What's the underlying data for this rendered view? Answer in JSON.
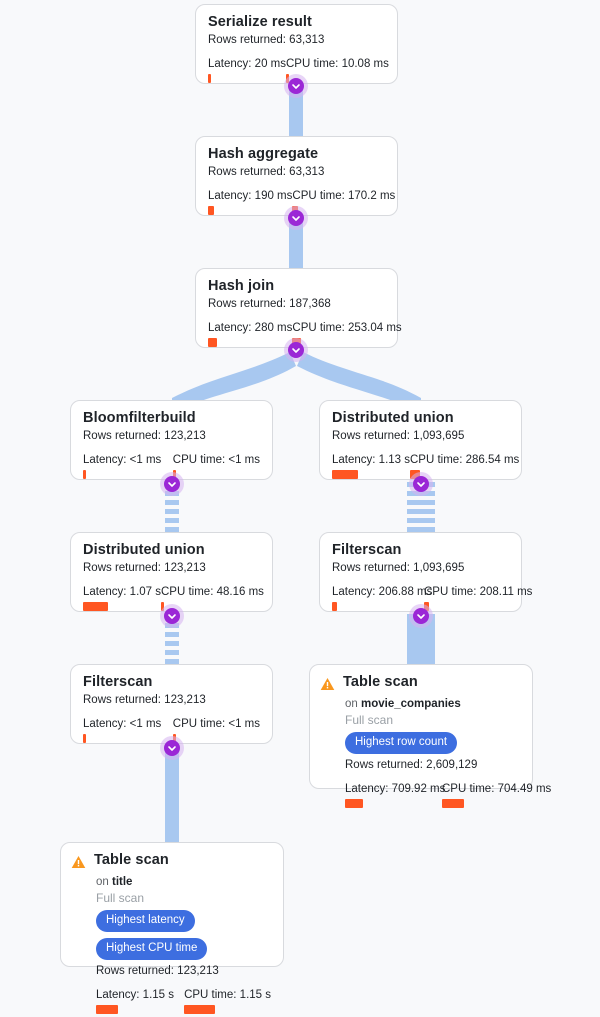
{
  "diagram": {
    "title": "Query execution plan",
    "background_color": "#f8f9fb",
    "accent_edge_color": "#a8c8f0",
    "badge_color": "#3d6ee0",
    "metric_bar_color": "#ff5622",
    "chevron_color": "#9b27d6",
    "warning_color": "#f9971e",
    "labels": {
      "rows_prefix": "Rows returned: ",
      "latency_prefix": "Latency: ",
      "cpu_prefix": "CPU time: ",
      "on_prefix": "on ",
      "expand_icon": "chevron-down-icon",
      "warning_icon": "warning-triangle-icon"
    }
  },
  "nodes": [
    {
      "id": "serialize-result",
      "title": "Serialize result",
      "rows": "Rows returned: 63,313",
      "latency": "Latency: 20 ms",
      "cpu": "CPU time: 10.08 ms",
      "latency_bar_w": 3,
      "cpu_bar_w": 3,
      "warning": false,
      "table": null,
      "scan_type": null,
      "badges": []
    },
    {
      "id": "hash-aggregate",
      "title": "Hash aggregate",
      "rows": "Rows returned: 63,313",
      "latency": "Latency: 190 ms",
      "cpu": "CPU time: 170.2 ms",
      "latency_bar_w": 6,
      "cpu_bar_w": 6,
      "warning": false,
      "table": null,
      "scan_type": null,
      "badges": []
    },
    {
      "id": "hash-join",
      "title": "Hash join",
      "rows": "Rows returned: 187,368",
      "latency": "Latency: 280 ms",
      "cpu": "CPU time: 253.04 ms",
      "latency_bar_w": 9,
      "cpu_bar_w": 9,
      "warning": false,
      "table": null,
      "scan_type": null,
      "badges": []
    },
    {
      "id": "bloomfilterbuild",
      "title": "Bloomfilterbuild",
      "rows": "Rows returned: 123,213",
      "latency": "Latency: <1 ms",
      "cpu": "CPU time: <1 ms",
      "latency_bar_w": 3,
      "cpu_bar_w": 3,
      "warning": false,
      "table": null,
      "scan_type": null,
      "badges": []
    },
    {
      "id": "distributed-union-right",
      "title": "Distributed union",
      "rows": "Rows returned: 1,093,695",
      "latency": "Latency: 1.13 s",
      "cpu": "CPU time: 286.54 ms",
      "latency_bar_w": 26,
      "cpu_bar_w": 10,
      "warning": false,
      "table": null,
      "scan_type": null,
      "badges": []
    },
    {
      "id": "distributed-union-left",
      "title": "Distributed union",
      "rows": "Rows returned: 123,213",
      "latency": "Latency: 1.07 s",
      "cpu": "CPU time: 48.16 ms",
      "latency_bar_w": 25,
      "cpu_bar_w": 3,
      "warning": false,
      "table": null,
      "scan_type": null,
      "badges": []
    },
    {
      "id": "filterscan-right",
      "title": "Filterscan",
      "rows": "Rows returned: 1,093,695",
      "latency": "Latency: 206.88 ms",
      "cpu": "CPU time: 208.11 ms",
      "latency_bar_w": 5,
      "cpu_bar_w": 5,
      "warning": false,
      "table": null,
      "scan_type": null,
      "badges": []
    },
    {
      "id": "filterscan-left",
      "title": "Filterscan",
      "rows": "Rows returned: 123,213",
      "latency": "Latency: <1 ms",
      "cpu": "CPU time: <1 ms",
      "latency_bar_w": 3,
      "cpu_bar_w": 3,
      "warning": false,
      "table": null,
      "scan_type": null,
      "badges": []
    },
    {
      "id": "table-scan-movie-companies",
      "title": "Table scan",
      "rows": "Rows returned: 2,609,129",
      "latency": "Latency: 709.92 ms",
      "cpu": "CPU time: 704.49 ms",
      "latency_bar_w": 18,
      "cpu_bar_w": 22,
      "warning": true,
      "table": "on movie_companies",
      "table_name": "movie_companies",
      "scan_type": "Full scan",
      "badges": [
        "Highest row count"
      ]
    },
    {
      "id": "table-scan-title",
      "title": "Table scan",
      "rows": "Rows returned: 123,213",
      "latency": "Latency: 1.15 s",
      "cpu": "CPU time: 1.15 s",
      "latency_bar_w": 22,
      "cpu_bar_w": 31,
      "warning": true,
      "table": "on title",
      "table_name": "title",
      "scan_type": "Full scan",
      "badges": [
        "Highest latency",
        "Highest CPU time"
      ]
    }
  ]
}
